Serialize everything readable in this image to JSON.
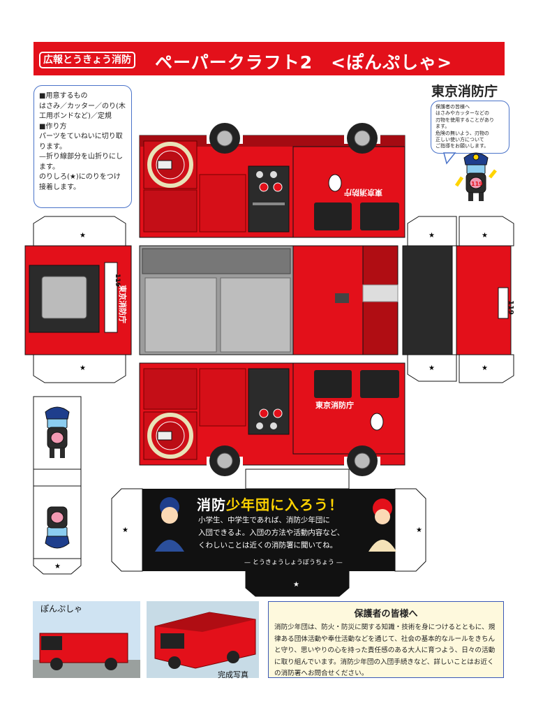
{
  "header": {
    "tag": "広報とうきょう消防",
    "title": "ペーパークラフト2　<ぽんぷしゃ>"
  },
  "org": "東京消防庁",
  "instructions": {
    "lines": [
      "■用意するもの",
      "はさみ／カッター／のり(木",
      "工用ボンドなど)／定規",
      "■作り方",
      "パーツをていねいに切り取",
      "ります。",
      "—折り線部分を山折りにし",
      "ます。",
      "のりしろ(★)にのりをつけ",
      "接着します。"
    ]
  },
  "guardian_bubble": {
    "lines": [
      "保護者の皆様へ",
      "はさみやカッターなどの",
      "刃物を使用することがあり",
      "ます。",
      "危険の無いよう、刃物の",
      "正しい使い方について",
      "ご指導をお願いします。"
    ]
  },
  "craft": {
    "star": "★",
    "truck_label": "東京消防庁",
    "plate": "119",
    "mascot_badge": "119"
  },
  "banner": {
    "headline_a": "消防",
    "headline_b": "少年団に入ろう！",
    "body": [
      "小学生、中学生であれば、消防少年団に",
      "入団できるよ。入団の方法や活動内容など、",
      "くわしいことは近くの消防署に聞いてね。"
    ],
    "sub": "— とうきょうしょうぼうちょう —"
  },
  "photos": {
    "photo1_label": "ぽんぷしゃ",
    "photo2_label": "完成写真"
  },
  "note": {
    "title": "保護者の皆様へ",
    "body": "消防少年団は、防火・防災に関する知識・技術を身につけるとともに、規律ある団体活動や奉仕活動などを通じて、社会の基本的なルールをきちんと守り、思いやりの心を持った責任感のある大人に育つよう、日々の活動に取り組んでいます。消防少年団の入団手続きなど、詳しいことはお近くの消防署へお問合せください。"
  },
  "colors": {
    "red": "#e3101a",
    "dark_red": "#b00d13",
    "blue_border": "#3a57b6"
  }
}
